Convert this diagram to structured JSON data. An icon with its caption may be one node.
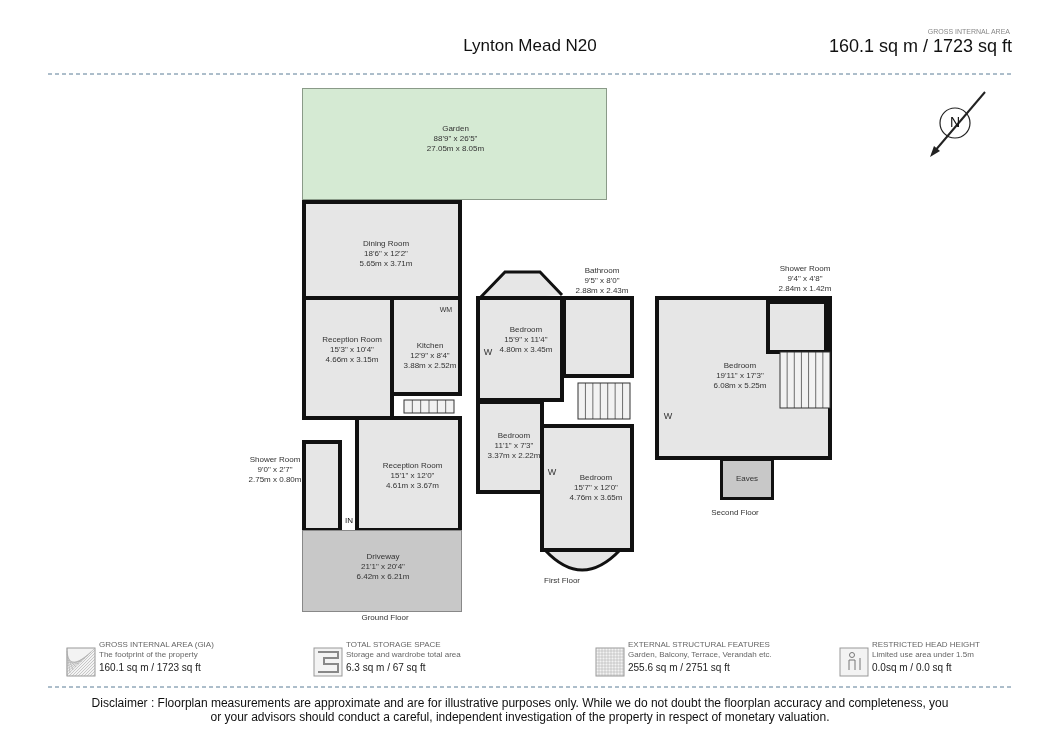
{
  "diagram": {
    "title": "Lynton Mead N20",
    "caption": "Disclaimer : Floorplan measurements are approximate and are for illustrative purposes only. While we do not doubt the floorplan accuracy and completeness, you or your advisors should conduct a careful, independent investigation of the property in respect of monetary valuation.",
    "nodes": [
      {
        "text": [
          "Garden",
          "88'9\" x 26'5\"",
          "27.05m x 8.05m"
        ]
      },
      {
        "text": [
          "Dining Room",
          "18'6\" x 12'2\"",
          "5.65m x 3.71m"
        ]
      },
      {
        "text": [
          "Reception Room",
          "15'3\" x 10'4\"",
          "4.66m x 3.15m"
        ]
      },
      {
        "text": [
          "Kitchen",
          "12'9\" x 8'4\"",
          "3.88m x 2.52m"
        ]
      },
      {
        "text": [
          "Reception Room",
          "15'1\" x 12'0\"",
          "4.61m x 3.67m"
        ]
      },
      {
        "text": [
          "Shower Room",
          "9'0\" x 2'7\"",
          "2.75m x 0.80m"
        ]
      },
      {
        "text": [
          "Driveway",
          "21'1\" x 20'4\"",
          "6.42m x 6.21m"
        ]
      },
      {
        "text": [
          "Bedroom",
          "15'9\" x 11'4\"",
          "4.80m x 3.45m"
        ]
      },
      {
        "text": [
          "Bathroom",
          "9'5\" x 8'0\"",
          "2.88m x 2.43m"
        ]
      },
      {
        "text": [
          "Bedroom",
          "11'1\" x 7'3\"",
          "3.37m x 2.22m"
        ]
      },
      {
        "text": [
          "Bedroom",
          "15'7\" x 12'0\"",
          "4.76m x 3.65m"
        ]
      },
      {
        "text": [
          "Bedroom",
          "19'11\" x 17'3\"",
          "6.08m x 5.25m"
        ]
      },
      {
        "text": [
          "Shower Room",
          "9'4\" x 4'8\"",
          "2.84m x 1.42m"
        ],
        "in": 11
      },
      {
        "text": [
          "Eaves"
        ]
      }
    ],
    "edges": [],
    "labels": [
      "GROSS INTERNAL AREA",
      "160.1 sq m / 1723 sq ft",
      "N",
      "WM",
      "IN",
      "Ground Floor",
      "W",
      "W",
      "First Floor",
      "W",
      "Second Floor",
      "GROSS INTERNAL AREA (GIA)",
      "The footprint of the property",
      "160.1 sq m / 1723 sq ft",
      "TOTAL STORAGE SPACE",
      "Storage and wardrobe total area",
      "6.3 sq m / 67 sq ft",
      "EXTERNAL STRUCTURAL FEATURES",
      "Garden, Balcony, Terrace, Verandah etc.",
      "255.6 sq m / 2751 sq ft",
      "RESTRICTED HEAD HEIGHT",
      "Limited use area under 1.5m",
      "0.0sq m / 0.0 sq ft"
    ]
  }
}
